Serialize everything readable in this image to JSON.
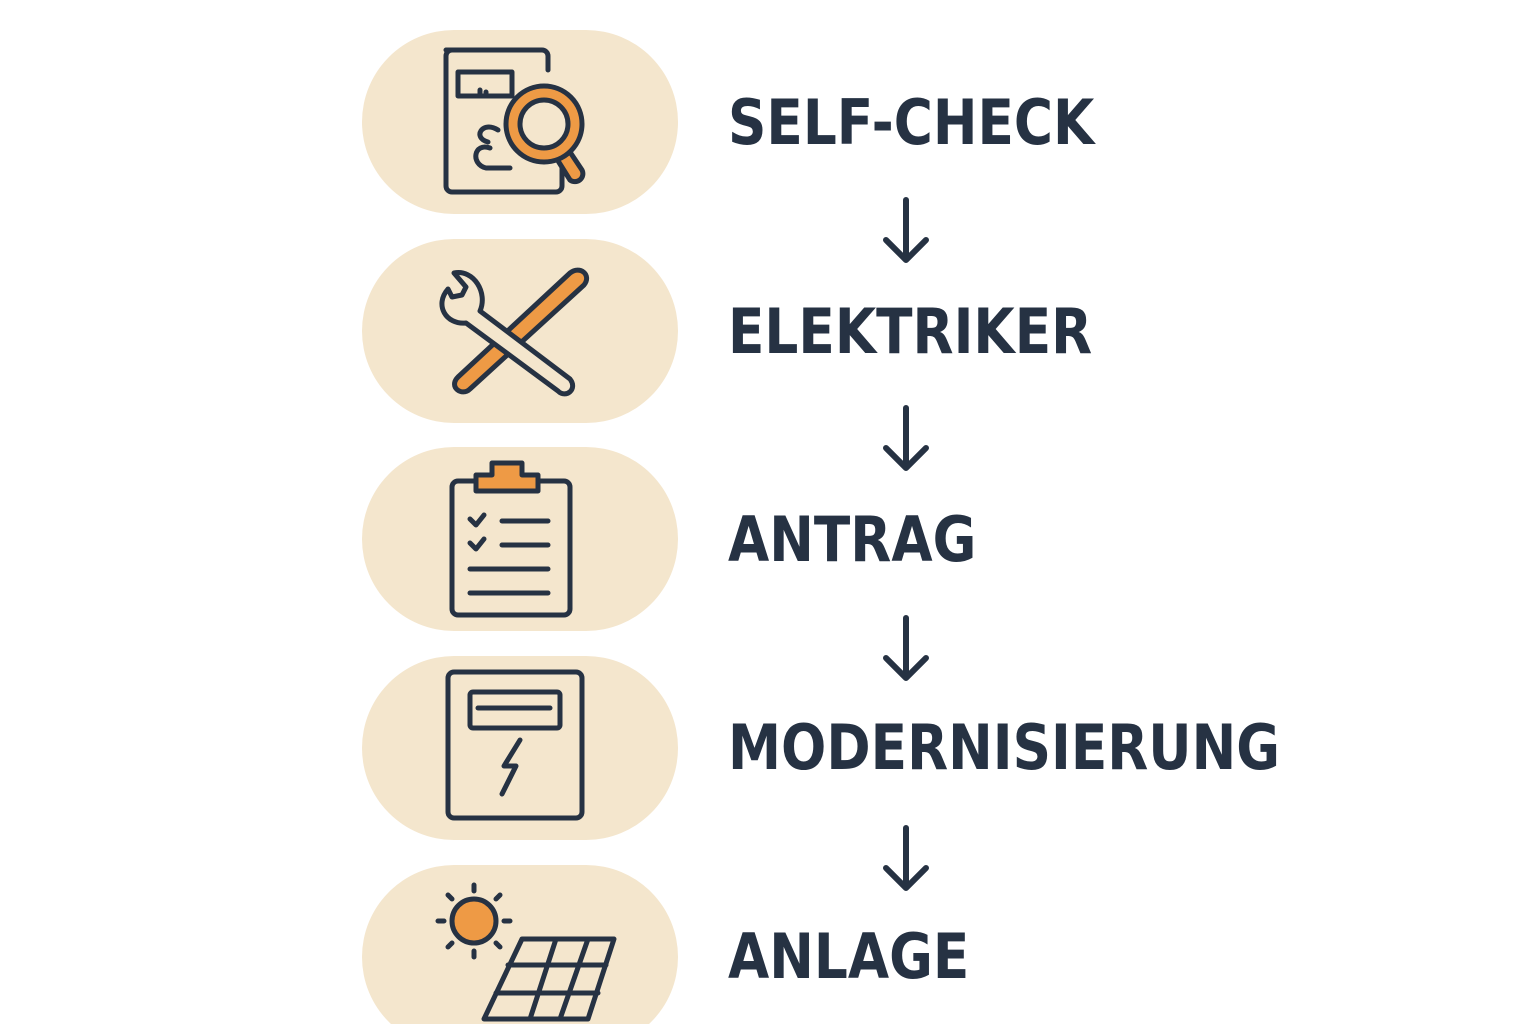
{
  "steps": [
    {
      "label": "SELF-CHECK",
      "icon": "document-search-icon"
    },
    {
      "label": "ELEKTRIKER",
      "icon": "wrench-tools-icon"
    },
    {
      "label": "ANTRAG",
      "icon": "clipboard-checklist-icon"
    },
    {
      "label": "MODERNISIERUNG",
      "icon": "electrical-cabinet-icon"
    },
    {
      "label": "ANLAGE",
      "icon": "solar-panel-sun-icon"
    }
  ],
  "colors": {
    "pill_background": "#f4e6cd",
    "stroke": "#263243",
    "accent": "#ee9a45",
    "text": "#263243"
  }
}
